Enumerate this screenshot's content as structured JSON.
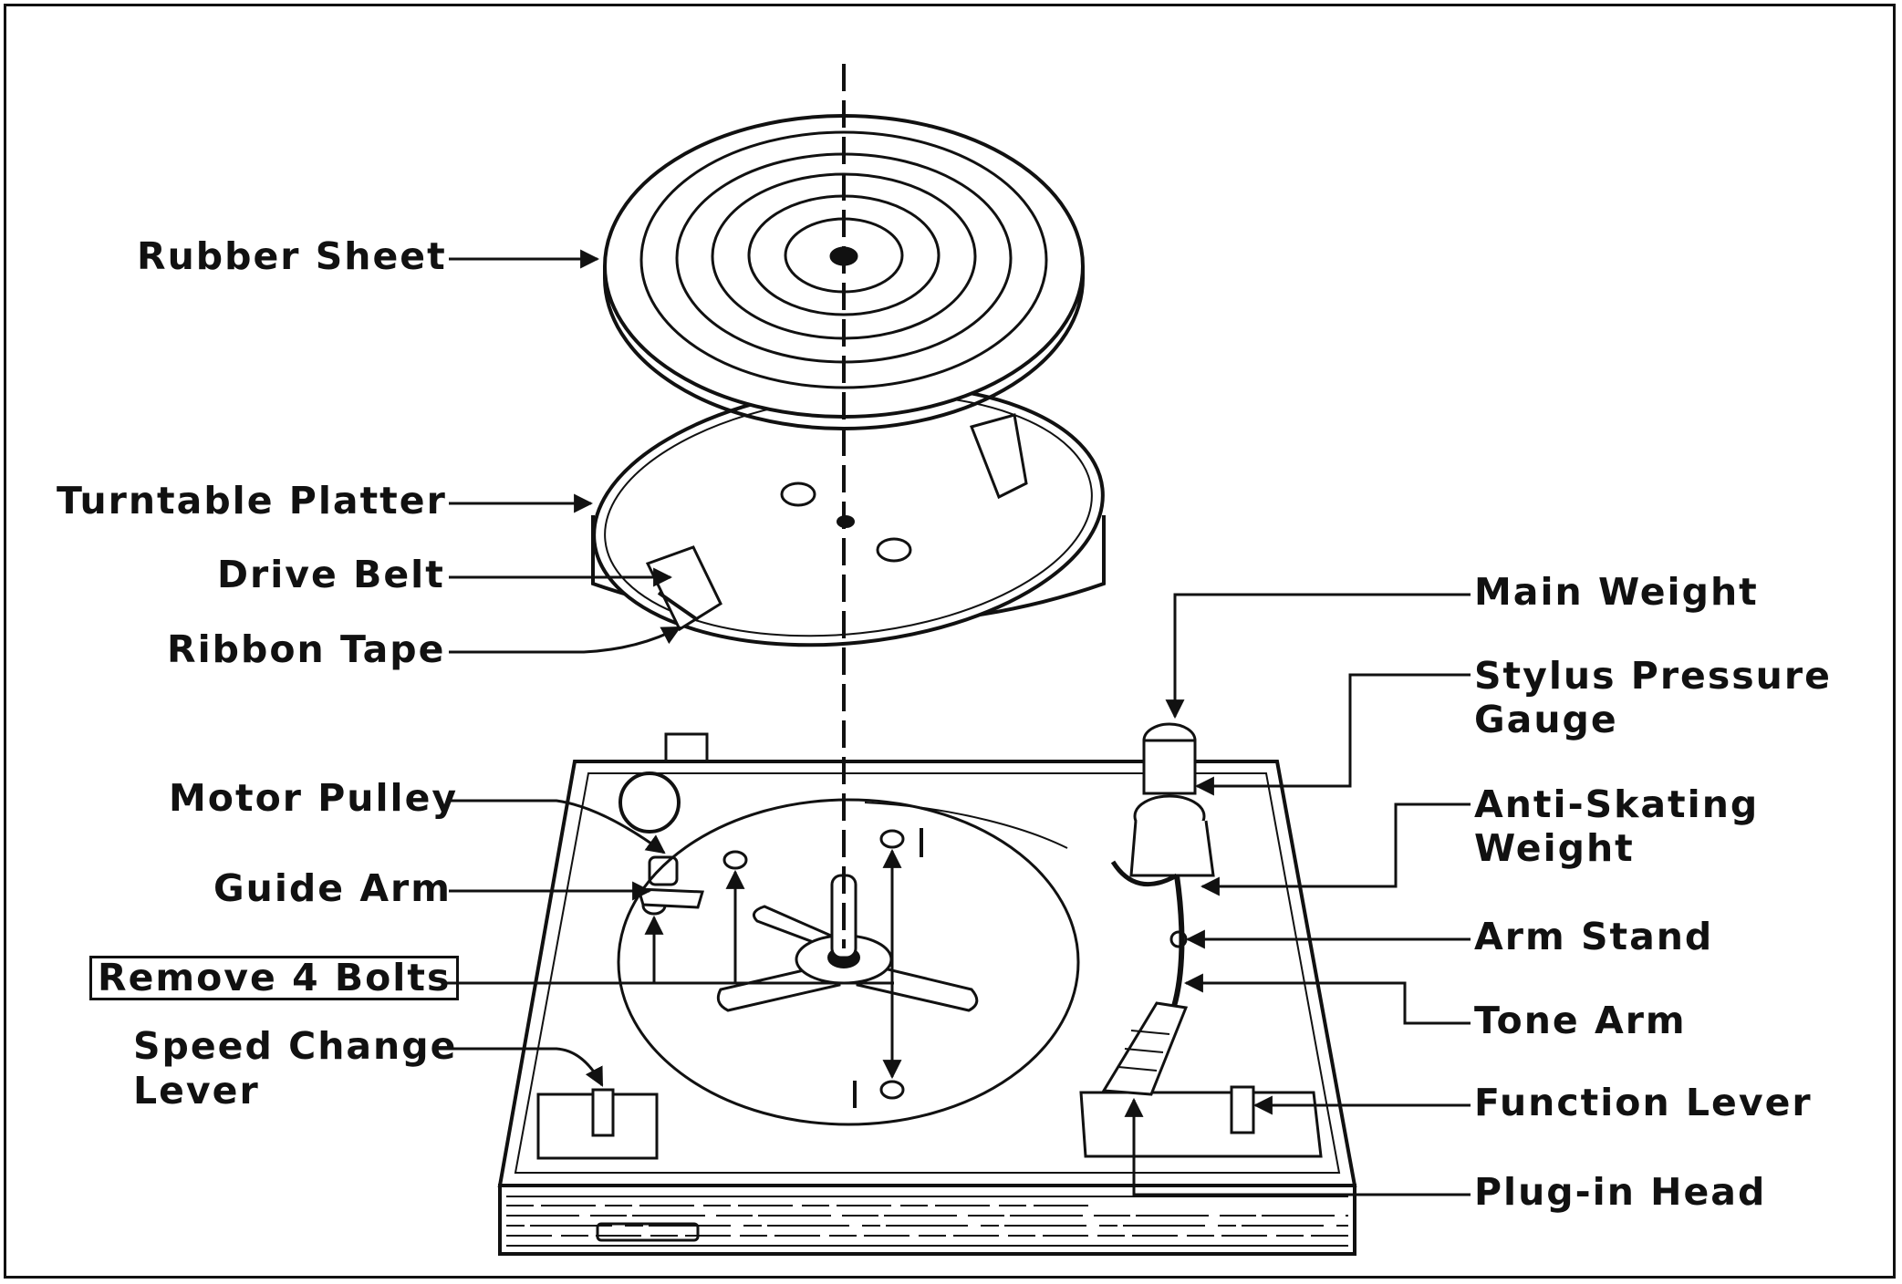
{
  "colors": {
    "ink": "#111111",
    "paper": "#ffffff"
  },
  "labels": {
    "rubber_sheet": "Rubber Sheet",
    "turntable_platter": "Turntable Platter",
    "drive_belt": "Drive Belt",
    "ribbon_tape": "Ribbon Tape",
    "motor_pulley": "Motor Pulley",
    "guide_arm": "Guide Arm",
    "remove_bolts": "Remove 4 Bolts",
    "speed_change_lever_1": "Speed Change",
    "speed_change_lever_2": "Lever",
    "main_weight": "Main Weight",
    "stylus_pressure_gauge_1": "Stylus Pressure",
    "stylus_pressure_gauge_2": "Gauge",
    "anti_skating_weight_1": "Anti-Skating",
    "anti_skating_weight_2": "Weight",
    "arm_stand": "Arm Stand",
    "tone_arm": "Tone Arm",
    "function_lever": "Function Lever",
    "plug_in_head": "Plug-in Head"
  }
}
